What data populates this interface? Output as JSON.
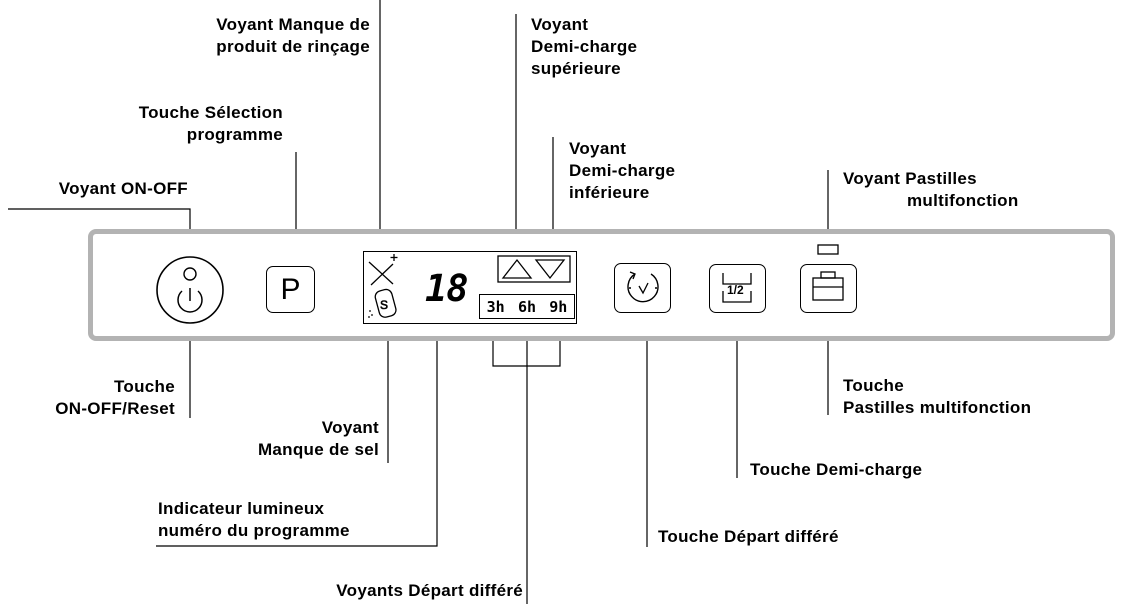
{
  "labels": {
    "voyant_on_off": "Voyant ON-OFF",
    "touche_selection_1": "Touche Sélection",
    "touche_selection_2": "programme",
    "manque_rincage_1": "Voyant Manque de",
    "manque_rincage_2": "produit de rinçage",
    "demi_sup_1": "Voyant",
    "demi_sup_2": "Demi-charge",
    "demi_sup_3": "supérieure",
    "demi_inf_1": "Voyant",
    "demi_inf_2": "Demi-charge",
    "demi_inf_3": "inférieure",
    "pastilles_voyant_1": "Voyant Pastilles",
    "pastilles_voyant_2": "multifonction",
    "touche_onoff_1": "Touche",
    "touche_onoff_2": "ON-OFF/Reset",
    "manque_sel_1": "Voyant",
    "manque_sel_2": "Manque de sel",
    "indicateur_1": "Indicateur lumineux",
    "indicateur_2": "numéro du programme",
    "voyants_depart": "Voyants Départ différé",
    "touche_depart": "Touche Départ différé",
    "touche_demi": "Touche Demi-charge",
    "pastilles_touche_1": "Touche",
    "pastilles_touche_2": "Pastilles multifonction"
  },
  "panel": {
    "p_key": "P",
    "program_number": "18",
    "delay_times": [
      "3h",
      "6h",
      "9h"
    ],
    "half_load_symbol": "1/2"
  },
  "icons": [
    "power-icon",
    "rinse-aid-icon",
    "salt-icon",
    "triangle-up-icon",
    "triangle-down-icon",
    "delay-clock-icon",
    "half-load-icon",
    "multitab-icon"
  ]
}
